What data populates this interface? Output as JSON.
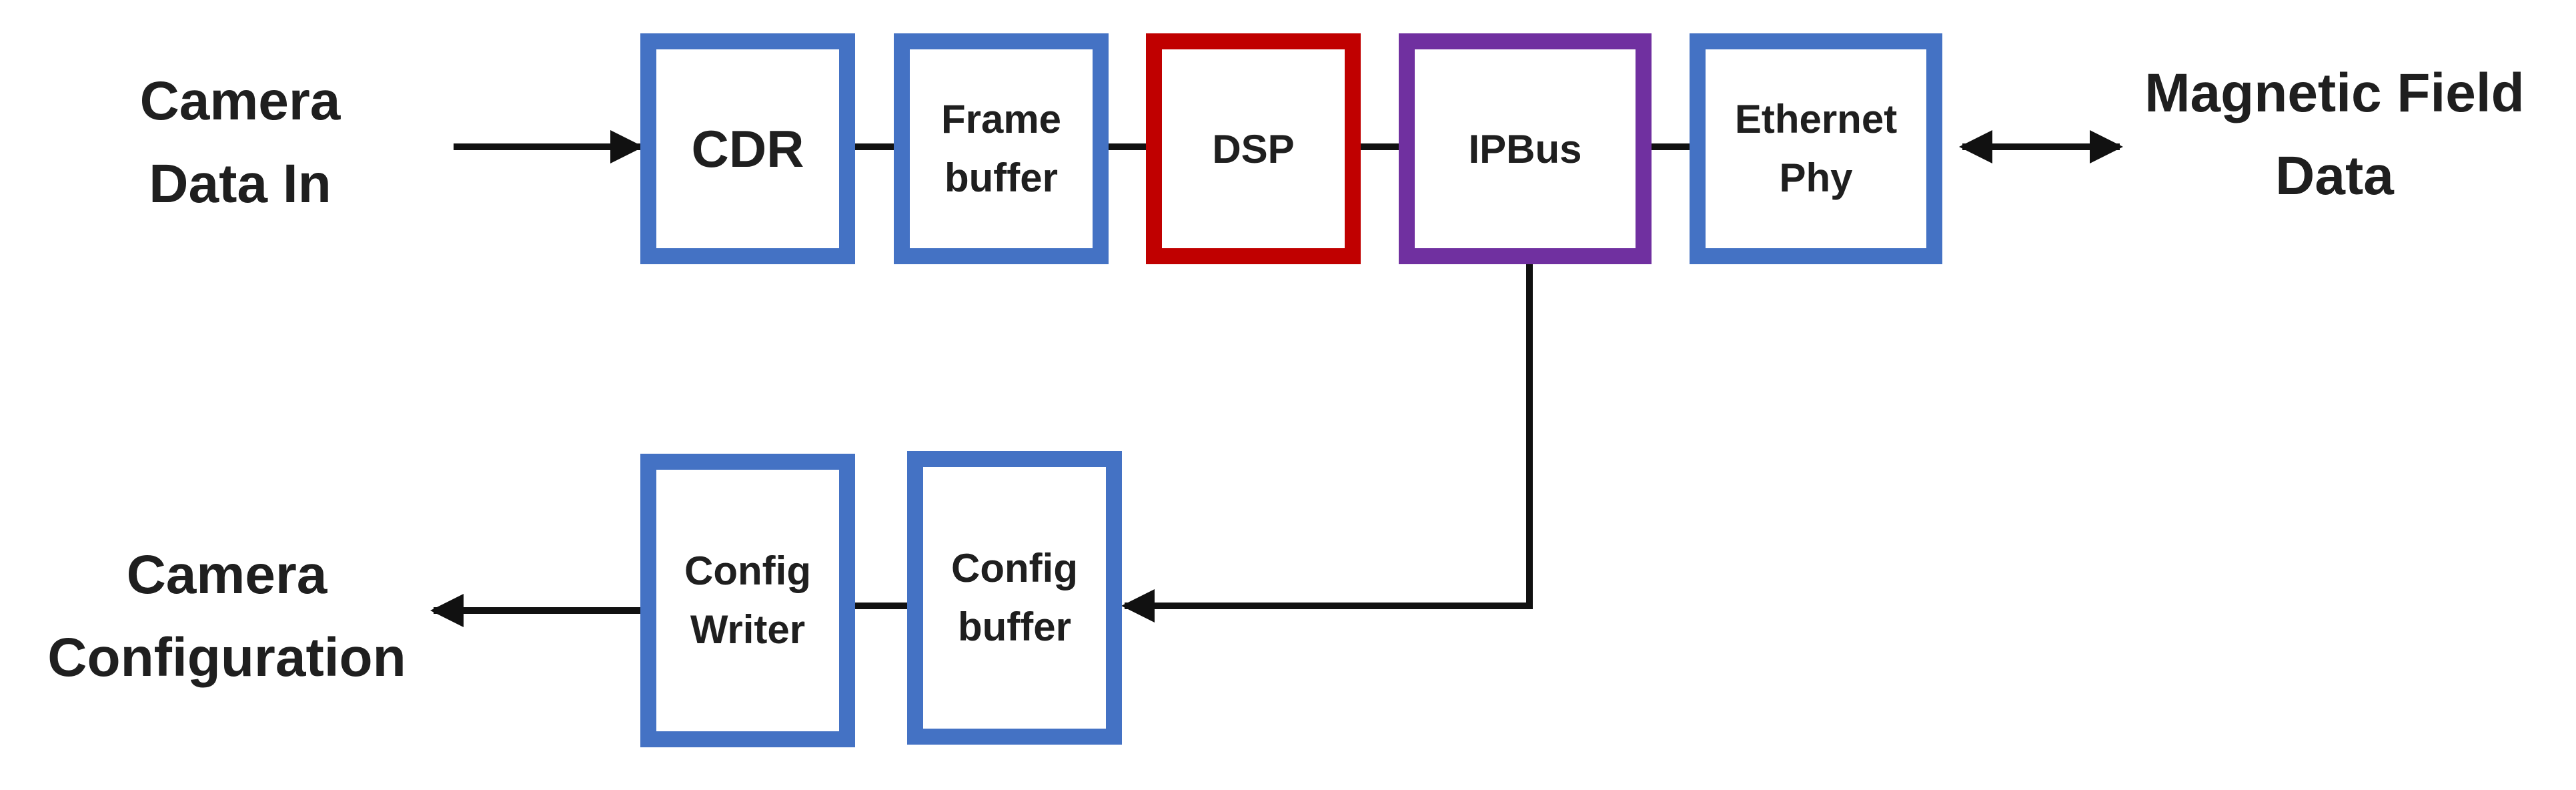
{
  "labels": {
    "camera_data_in": "Camera\nData In",
    "magnetic_field_data": "Magnetic Field\nData",
    "camera_configuration": "Camera\nConfiguration"
  },
  "blocks": {
    "cdr": "CDR",
    "frame_buffer": "Frame\nbuffer",
    "dsp": "DSP",
    "ipbus": "IPBus",
    "ethernet_phy": "Ethernet\nPhy",
    "config_writer": "Config\nWriter",
    "config_buffer": "Config\nbuffer"
  },
  "colors": {
    "blue_border": "#4472c4",
    "red_border": "#c00000",
    "purple_border": "#7030a0",
    "line": "#111111"
  }
}
